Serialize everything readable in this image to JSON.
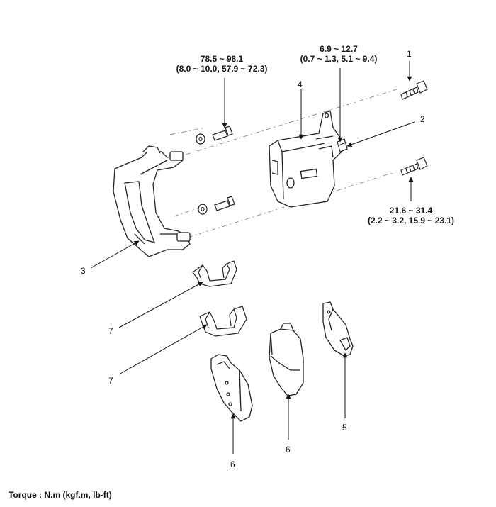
{
  "torque_labels": {
    "top_left": {
      "line1": "78.5 ~ 98.1",
      "line2": "(8.0 ~ 10.0, 57.9 ~ 72.3)"
    },
    "top_right": {
      "line1": "6.9 ~ 12.7",
      "line2": "(0.7 ~ 1.3, 5.1 ~ 9.4)"
    },
    "bottom_right": {
      "line1": "21.6 ~ 31.4",
      "line2": "(2.2 ~ 3.2, 15.9 ~ 23.1)"
    }
  },
  "callouts": {
    "c1": "1",
    "c2": "2",
    "c3": "3",
    "c4": "4",
    "c5": "5",
    "c6a": "6",
    "c6b": "6",
    "c7a": "7",
    "c7b": "7"
  },
  "footer": {
    "torque_unit": "Torque : N.m (kgf.m, lb-ft)"
  }
}
